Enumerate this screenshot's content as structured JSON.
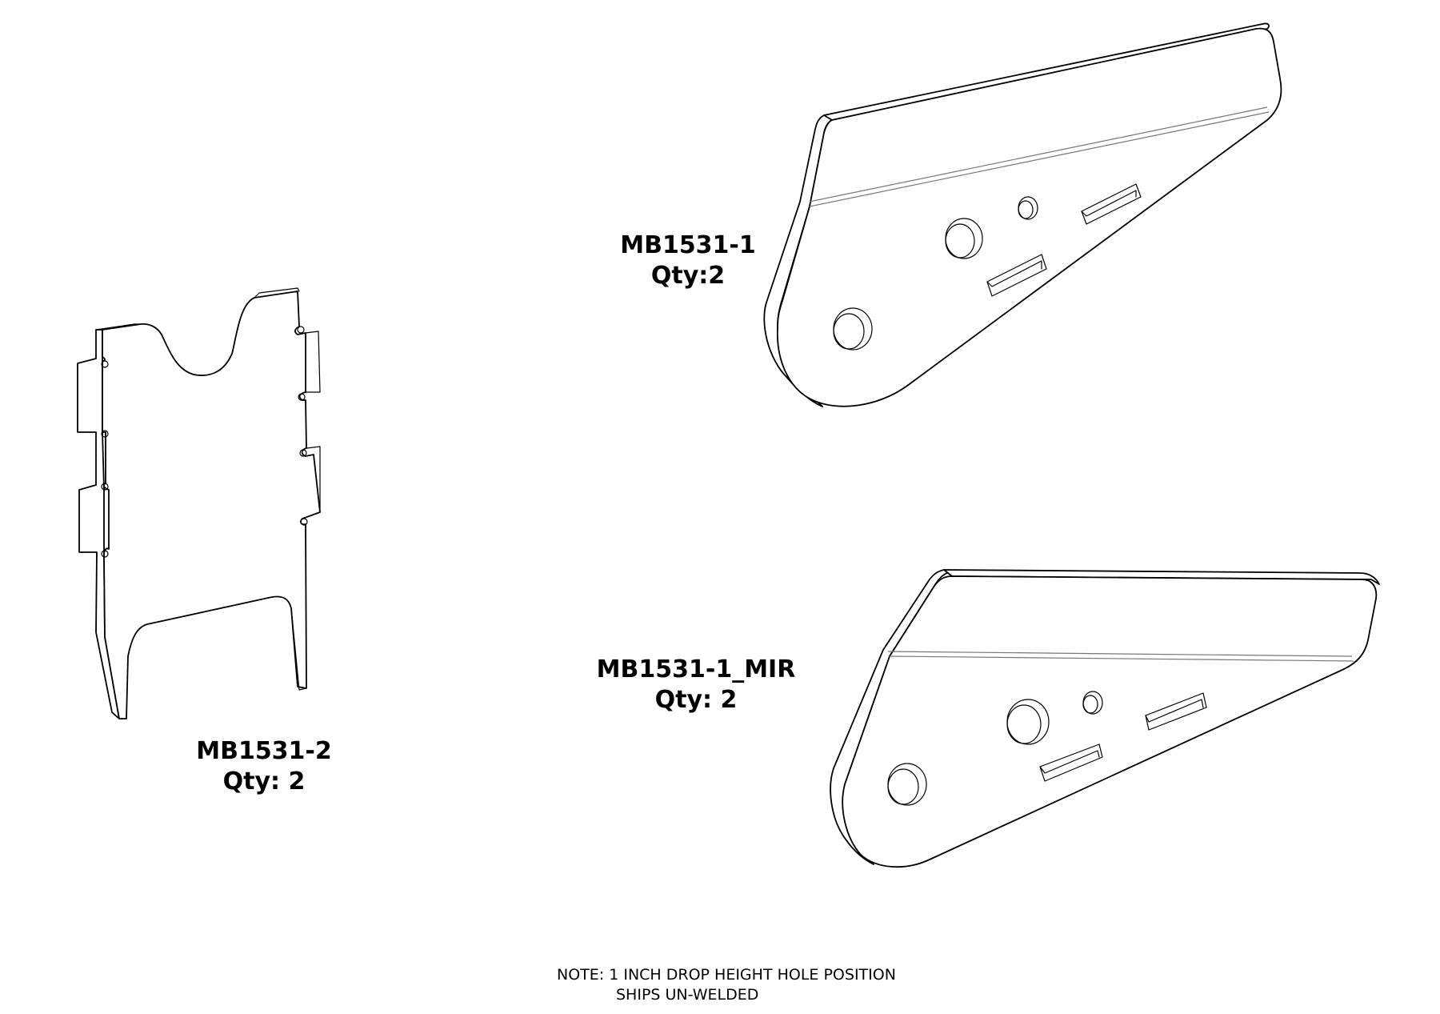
{
  "parts": [
    {
      "id": "left-plate",
      "name": "MB1531-2",
      "qty": "Qty: 2"
    },
    {
      "id": "top-right-bracket",
      "name": "MB1531-1",
      "qty": "Qty:2"
    },
    {
      "id": "bottom-right-bracket",
      "name": "MB1531-1_MIR",
      "qty": "Qty: 2"
    }
  ],
  "note": {
    "line1": "NOTE: 1 INCH DROP HEIGHT HOLE POSITION",
    "line2": "SHIPS UN-WELDED"
  },
  "colors": {
    "line": "#000000",
    "background": "#ffffff",
    "faint_line": "#777777"
  }
}
